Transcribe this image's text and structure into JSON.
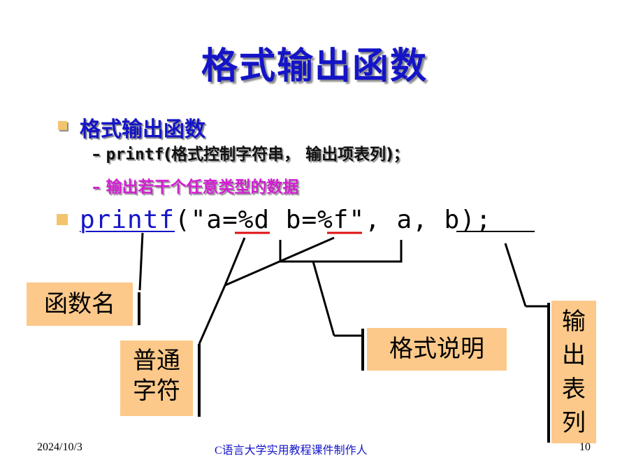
{
  "slide": {
    "title": "格式输出函数",
    "bullet1": "格式输出函数",
    "sub1_code": "printf",
    "sub1_rest": "(格式控制字符串， 输出项表列)；",
    "sub2": "输出若干个任意类型的数据",
    "code_fn": "printf",
    "code_rest": "(\"a=%d b=%f\", a, b);",
    "labels": {
      "func_name": "函数名",
      "normal_chars_1": "普通",
      "normal_chars_2": "字符",
      "format_spec": "格式说明",
      "out_list": [
        "输",
        "出",
        "表",
        "列"
      ]
    },
    "footer": {
      "date": "2024/10/3",
      "center": "C语言大学实用教程课件制作人",
      "page": "10"
    }
  },
  "colors": {
    "title": "#1414c8",
    "accent_magenta": "#d21ed2",
    "label_bg": "#fcc98a",
    "bullet": "#f2c46e",
    "underline_red": "#e01010"
  }
}
